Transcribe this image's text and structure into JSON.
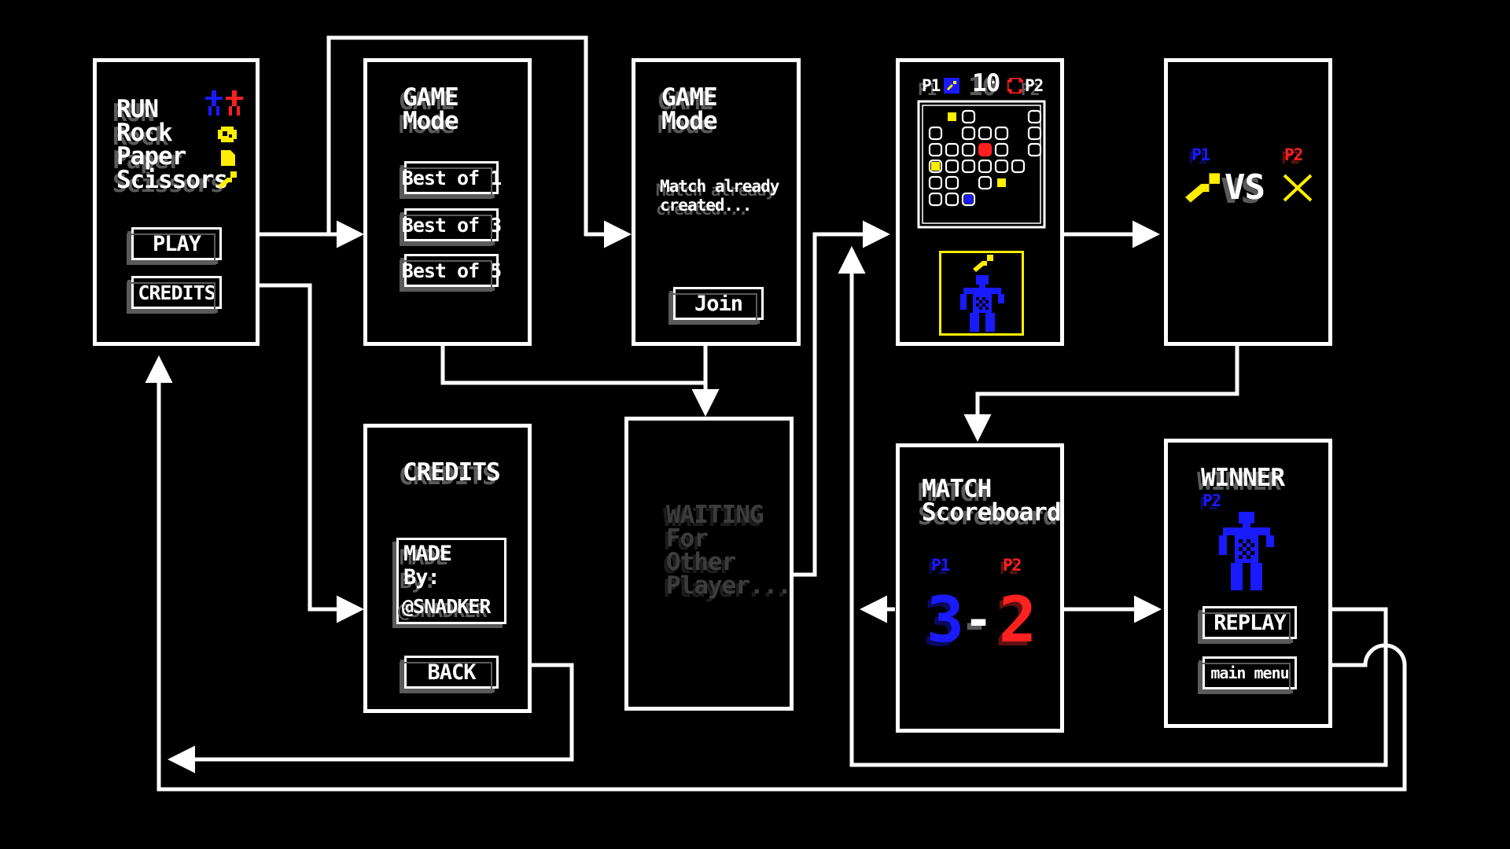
{
  "title_screen": {
    "lines": [
      "RUN",
      "Rock",
      "Paper",
      "Scissors"
    ],
    "play_label": "PLAY",
    "credits_label": "CREDITS"
  },
  "game_mode": {
    "title_line1": "GAME",
    "title_line2": "Mode",
    "options": [
      "Best of 1",
      "Best of 3",
      "Best of 5"
    ]
  },
  "game_mode_join": {
    "title_line1": "GAME",
    "title_line2": "Mode",
    "message_line1": "Match already",
    "message_line2": "created...",
    "join_label": "Join"
  },
  "credits_screen": {
    "title": "CREDITS",
    "made_line1": "MADE",
    "made_line2": "By:",
    "author": "@SNADKER",
    "back_label": "BACK"
  },
  "waiting_screen": {
    "lines": [
      "WAITING",
      "For",
      "Other",
      "Player..."
    ]
  },
  "game_screen": {
    "p1_label": "P1",
    "p2_label": "P2",
    "timer": "10"
  },
  "vs_screen": {
    "p1_label": "P1",
    "p2_label": "P2",
    "vs_label": "VS"
  },
  "scoreboard": {
    "title_line1": "MATCH",
    "title_line2": "Scoreboard",
    "p1_label": "P1",
    "p2_label": "P2",
    "p1_score": "3",
    "dash": "-",
    "p2_score": "2"
  },
  "winner_screen": {
    "title": "WINNER",
    "winner_label": "P2",
    "replay_label": "REPLAY",
    "main_menu_label": "main menu"
  },
  "colors": {
    "background": "#000000",
    "foreground": "#ffffff",
    "shadow": "#5a5a5a",
    "player1": "#1a1aff",
    "player2": "#ff2020",
    "item": "#ffee00"
  },
  "icons": {
    "rock": "rock-icon",
    "paper": "paper-icon",
    "scissors": "scissors-icon",
    "player": "player-sprite"
  }
}
